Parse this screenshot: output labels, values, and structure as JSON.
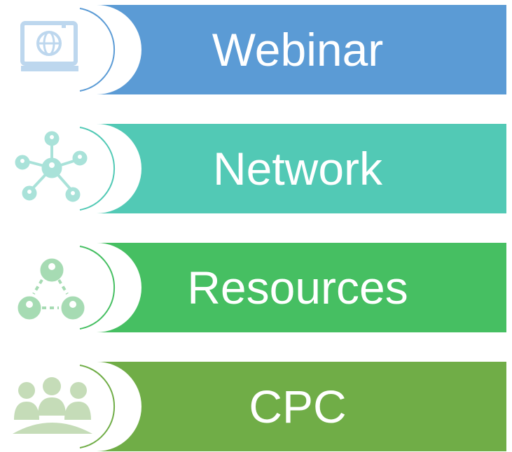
{
  "items": [
    {
      "label": "Webinar",
      "icon": "laptop-globe-icon",
      "color": "#5b9bd5",
      "icon_color": "#bdd7ee"
    },
    {
      "label": "Network",
      "icon": "people-network-icon",
      "color": "#52c9b5",
      "icon_color": "#a9e2d9"
    },
    {
      "label": "Resources",
      "icon": "people-connection-icon",
      "color": "#46bf62",
      "icon_color": "#a6dbb3"
    },
    {
      "label": "CPC",
      "icon": "meeting-group-icon",
      "color": "#70ad47",
      "icon_color": "#c5dcb8"
    }
  ]
}
